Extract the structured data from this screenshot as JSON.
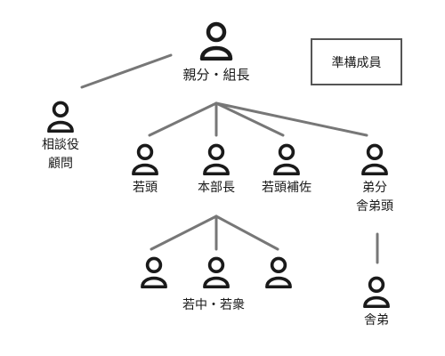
{
  "colors": {
    "icon": "#1a1a1a",
    "line": "#777777",
    "box_border": "#555555"
  },
  "icon": "person-icon",
  "legend": {
    "label": "準構成員"
  },
  "nodes": {
    "boss": {
      "label": "親分・組長"
    },
    "advisor": {
      "line1": "相談役",
      "line2": "顧問"
    },
    "wakagashira": {
      "label": "若頭"
    },
    "honbucho": {
      "label": "本部長"
    },
    "hosa": {
      "label": "若頭補佐"
    },
    "otobun": {
      "line1": "弟分",
      "line2": "舎弟頭"
    },
    "shatei": {
      "label": "舎弟"
    }
  },
  "groups": {
    "wakaishu": {
      "label": "若中・若衆"
    }
  }
}
